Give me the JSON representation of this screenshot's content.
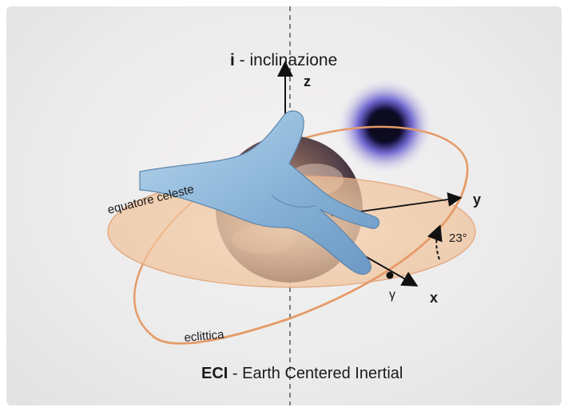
{
  "title": {
    "bold": "i",
    "rest": " - inclinazione"
  },
  "caption": {
    "bold": "ECI",
    "rest": " - Earth Centered Inertial"
  },
  "axes": {
    "z": "z",
    "y": "y",
    "x": "x"
  },
  "labels": {
    "equator": "equatore celeste",
    "ecliptic": "eclittica",
    "vernal": "γ",
    "angle": "23°"
  },
  "colors": {
    "orbit": "#e59b68",
    "plane": "#f2cba8",
    "hand": "#8fb9dc",
    "sun_glow": "#5b4fd0"
  },
  "icons": [
    "earth-globe",
    "pointing-hand",
    "sun-dark"
  ]
}
